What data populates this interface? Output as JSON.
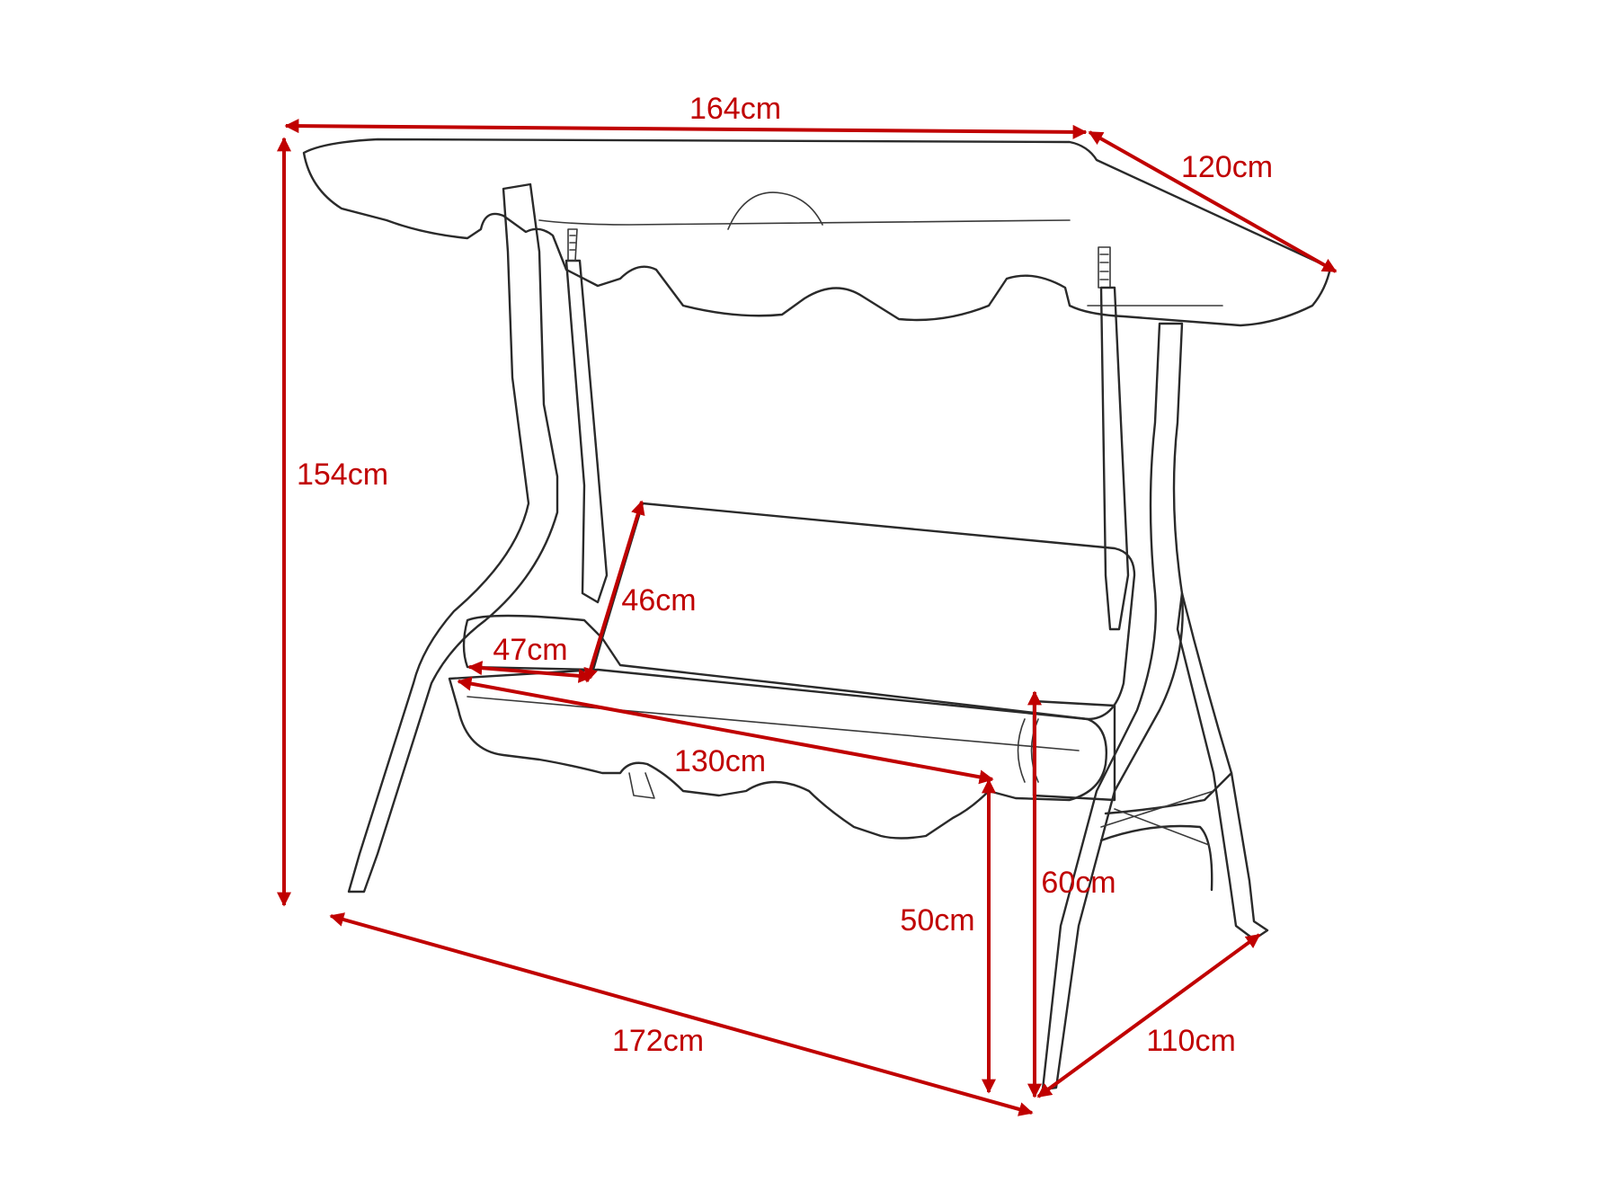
{
  "diagram": {
    "accent_color": "#c00000",
    "line_color": "#2a2a2a",
    "dimensions": {
      "width_top": "164cm",
      "depth_top": "120cm",
      "height_total": "154cm",
      "backrest_height": "46cm",
      "seat_depth": "47cm",
      "seat_width": "130cm",
      "seat_height": "50cm",
      "frame_height": "60cm",
      "base_width": "172cm",
      "base_depth": "110cm"
    }
  }
}
